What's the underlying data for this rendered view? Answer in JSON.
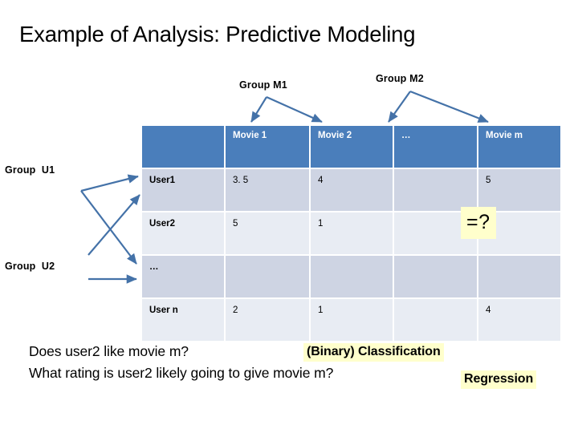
{
  "slide": {
    "title": "Example of Analysis: Predictive Modeling"
  },
  "annotations": {
    "group_m1": "Group M1",
    "group_m2": "Group M2",
    "group_u1": "Group  U1",
    "group_u2": "Group  U2",
    "unknown_marker": "=?"
  },
  "matrix": {
    "columns": [
      "",
      "Movie 1",
      "Movie 2",
      "…",
      "Movie m"
    ],
    "rows": [
      {
        "label": "User1",
        "cells": [
          "3. 5",
          "4",
          "",
          "5"
        ]
      },
      {
        "label": "User2",
        "cells": [
          "5",
          "1",
          "",
          ""
        ]
      },
      {
        "label": "…",
        "cells": [
          "",
          "",
          "",
          ""
        ]
      },
      {
        "label": "User n",
        "cells": [
          "2",
          "1",
          "",
          "4"
        ]
      }
    ]
  },
  "questions": [
    {
      "text": "Does user2 like movie m?"
    },
    {
      "text": "What rating is user2 likely going to give movie m?"
    }
  ],
  "tags": {
    "classification": "(Binary) Classification",
    "regression": "Regression"
  },
  "colors": {
    "header_blue": "#4a7ebb",
    "band_dark": "#ced4e3",
    "band_light": "#e8ecf3",
    "arrow_blue": "#4472a8",
    "highlight_yellow": "#ffffcc"
  }
}
